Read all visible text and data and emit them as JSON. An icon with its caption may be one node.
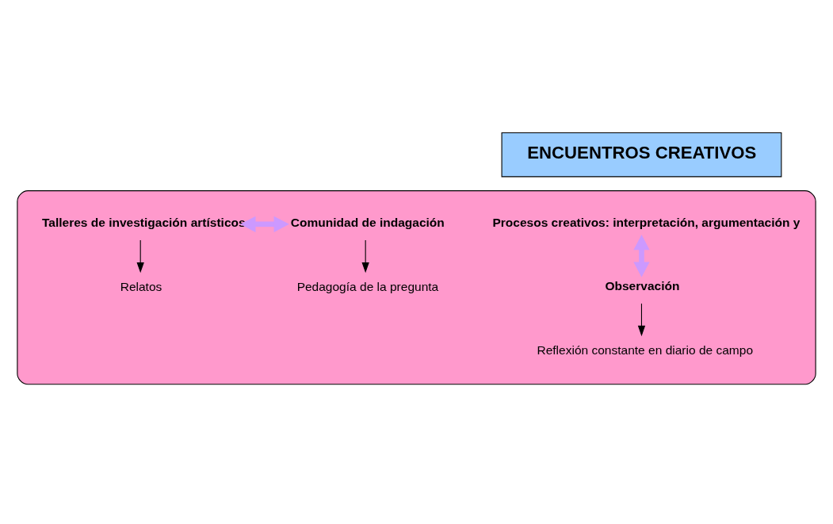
{
  "diagram": {
    "nodes": [
      {
        "text": [
          "ENCUENTROS CREATIVOS"
        ]
      },
      {
        "text": [],
        "shape": "ellipse"
      },
      {
        "text": [
          "Procesos creativos: interpretación, argumentación y"
        ],
        "in": 1
      },
      {
        "text": [
          "Talleres de investigación artísticos"
        ],
        "in": 1
      },
      {
        "text": [
          "Comunidad de indagación"
        ],
        "in": 1
      },
      {
        "text": [
          "Observación"
        ],
        "in": 1
      },
      {
        "text": [
          "Relatos"
        ],
        "in": 1
      },
      {
        "text": [
          "Pedagogía de la pregunta"
        ],
        "in": 1
      },
      {
        "text": [
          "Reflexión constante en diario de campo"
        ],
        "in": 1
      }
    ],
    "edges": [
      {
        "from": 2,
        "to": 5,
        "arrow": "both",
        "style": "thick",
        "color": "#cc99ff"
      },
      {
        "from": 3,
        "to": 4,
        "arrow": "both",
        "style": "thick",
        "color": "#cc99ff"
      },
      {
        "from": 3,
        "to": 6,
        "arrow": "to"
      },
      {
        "from": 4,
        "to": 7,
        "arrow": "to"
      },
      {
        "from": 5,
        "to": 8,
        "arrow": "to"
      }
    ]
  }
}
